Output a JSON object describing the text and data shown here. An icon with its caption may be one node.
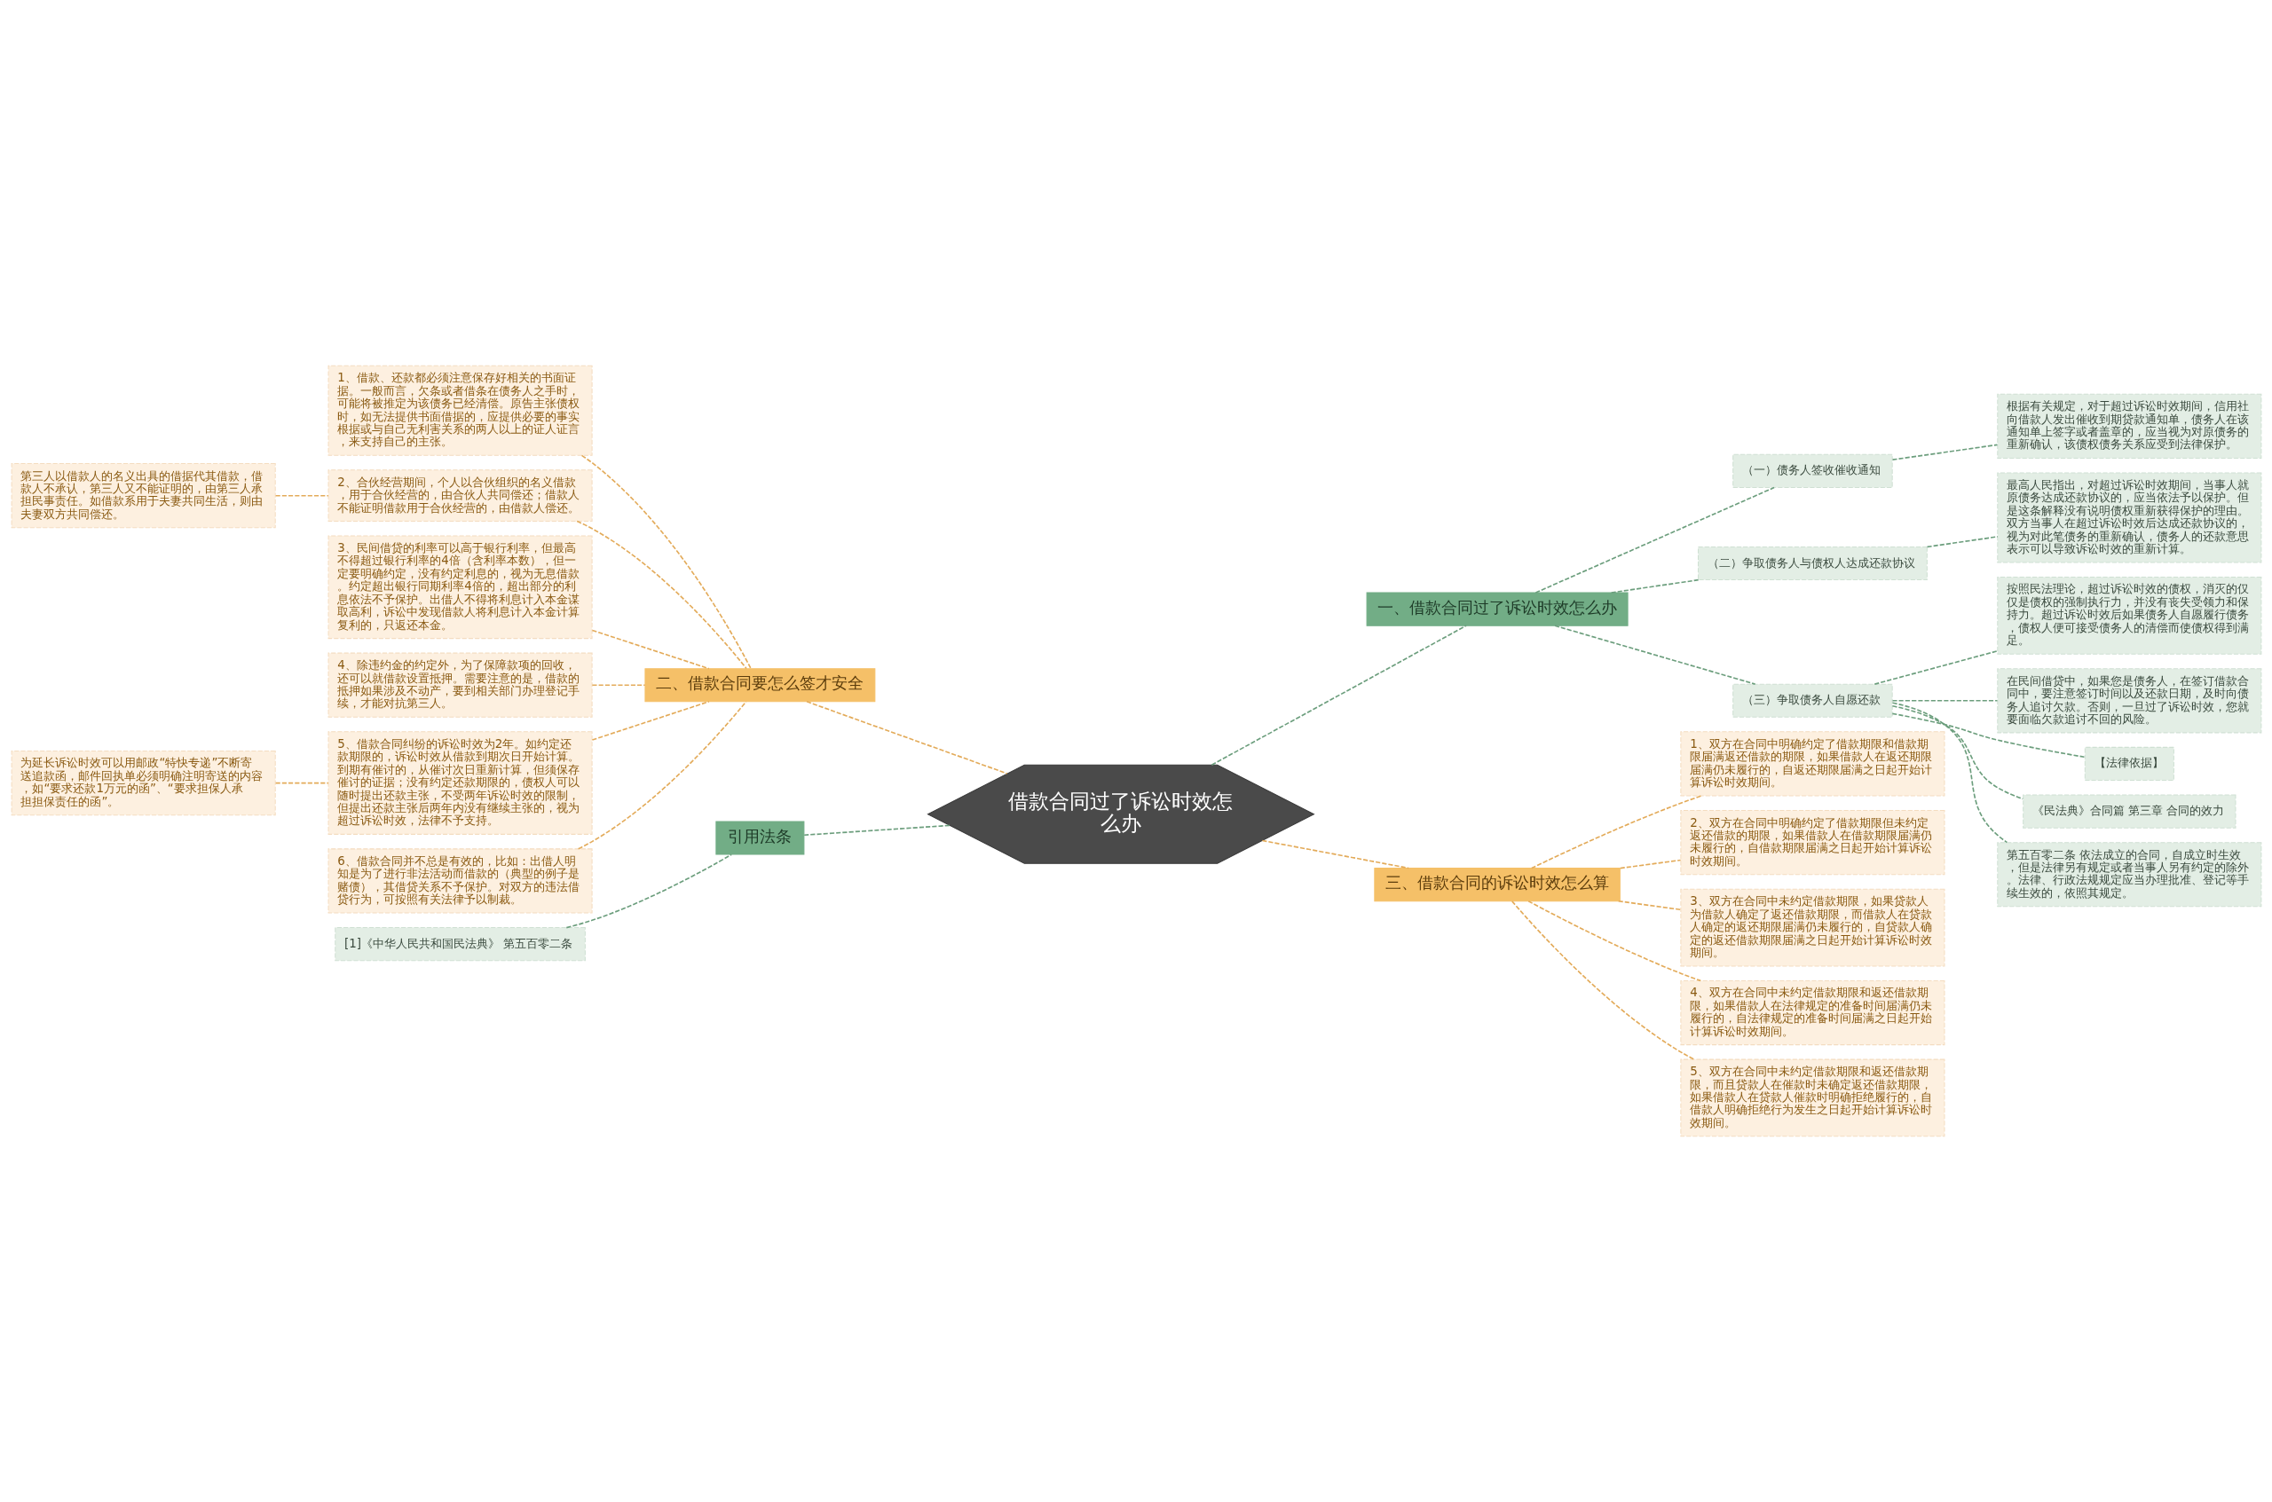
{
  "diagram": {
    "nodes": [
      {
        "text": [
          "借款合同过了诉讼时效怎么办"
        ]
      },
      {
        "text": [
          "二、借款合同要怎么签才安全"
        ]
      },
      {
        "text": [
          "1、借款、还款都必须注意保存好相关的书面证据。一般而言，欠条或者借条在债务人之手时，可能将被推定为该债务已经清偿。原告主张债权时，如无法提供书面借据的，应提供必要的事实根据或与自己无利害关系的两人以上的证人证言，来支持自己的主张。"
        ]
      },
      {
        "text": [
          "2、合伙经营期间，个人以合伙组织的名义借款，用于合伙经营的，由合伙人共同偿还；借款人不能证明借款用于合伙经营的，由借款人偿还。"
        ]
      },
      {
        "text": [
          "第三人以借款人的名义出具的借据代其借款，借款人不承认，第三人又不能证明的，由第三人承担民事责任。如借款系用于夫妻共同生活，则由夫妻双方共同偿还。"
        ]
      },
      {
        "text": [
          "3、民间借贷的利率可以高于银行利率，但最高不得超过银行利率的4倍（含利率本数），但一定要明确约定，没有约定利息的，视为无息借款。约定超出银行同期利率4倍的，超出部分的利息依法不予保护。出借人不得将利息计入本金谋取高利，诉讼中发现借款人将利息计入本金计算复利的，只返还本金。"
        ]
      },
      {
        "text": [
          "4、除违约金的约定外，为了保障款项的回收，还可以就借款设置抵押。需要注意的是，借款的抵押如果涉及不动产，要到相关部门办理登记手续，才能对抗第三人。"
        ]
      },
      {
        "text": [
          "5、借款合同纠纷的诉讼时效为2年。如约定还款期限的，诉讼时效从借款到期次日开始计算。到期有催讨的，从催讨次日重新计算，但须保存催讨的证据；没有约定还款期限的，债权人可以随时提出还款主张，不受两年诉讼时效的限制，但提出还款主张后两年内没有继续主张的，视为超过诉讼时效，法律不予支持。"
        ]
      },
      {
        "text": [
          "为延长诉讼时效可以用邮政“特快专递”不断寄送追款函，邮件回执单必须明确注明寄送的内容，如“要求还款1万元的函”、“要求担保人承担担保责任的函”。"
        ]
      },
      {
        "text": [
          "6、借款合同并不总是有效的，比如：出借人明知是为了进行非法活动而借款的（典型的例子是赌债），其借贷关系不予保护。对双方的违法借贷行为，可按照有关法律予以制裁。"
        ]
      },
      {
        "text": [
          "引用法条"
        ]
      },
      {
        "text": [
          "[1]《中华人民共和国民法典》 第五百零二条"
        ]
      },
      {
        "text": [
          "一、借款合同过了诉讼时效怎么办"
        ]
      },
      {
        "text": [
          "（一）债务人签收催收通知"
        ]
      },
      {
        "text": [
          "根据有关规定，对于超过诉讼时效期间，信用社向借款人发出催收到期贷款通知单，债务人在该通知单上签字或者盖章的，应当视为对原债务的重新确认，该债权债务关系应受到法律保护。"
        ]
      },
      {
        "text": [
          "（二）争取债务人与债权人达成还款协议"
        ]
      },
      {
        "text": [
          "最高人民指出，对超过诉讼时效期间，当事人就原债务达成还款协议的，应当依法予以保护。但是这条解释没有说明债权重新获得保护的理由。双方当事人在超过诉讼时效后达成还款协议的，视为对此笔债务的重新确认，债务人的还款意思表示可以导致诉讼时效的重新计算。"
        ]
      },
      {
        "text": [
          "（三）争取债务人自愿还款"
        ]
      },
      {
        "text": [
          "按照民法理论，超过诉讼时效的债权，消灭的仅仅是债权的强制执行力，并没有丧失受领力和保持力。超过诉讼时效后如果债务人自愿履行债务，债权人便可接受债务人的清偿而使债权得到满足。"
        ]
      },
      {
        "text": [
          "在民间借贷中，如果您是债务人，在签订借款合同中，要注意签订时间以及还款日期，及时向债务人追讨欠款。否则，一旦过了诉讼时效，您就要面临欠款追讨不回的风险。"
        ]
      },
      {
        "text": [
          "【法律依据】"
        ]
      },
      {
        "text": [
          "《民法典》合同篇 第三章 合同的效力"
        ]
      },
      {
        "text": [
          "第五百零二条 依法成立的合同，自成立时生效，但是法律另有规定或者当事人另有约定的除外。法律、行政法规规定应当办理批准、登记等手续生效的，依照其规定。"
        ]
      },
      {
        "text": [
          "三、借款合同的诉讼时效怎么算"
        ]
      },
      {
        "text": [
          "1、双方在合同中明确约定了借款期限和借款期限届满返还借款的期限，如果借款人在返还期限届满仍未履行的，自返还期限届满之日起开始计算诉讼时效期间。"
        ]
      },
      {
        "text": [
          "2、双方在合同中明确约定了借款期限但未约定返还借款的期限，如果借款人在借款期限届满仍未履行的，自借款期限届满之日起开始计算诉讼时效期间。"
        ]
      },
      {
        "text": [
          "3、双方在合同中未约定借款期限，如果贷款人为借款人确定了返还借款期限，而借款人在贷款人确定的返还期限届满仍未履行的，自贷款人确定的返还借款期限届满之日起开始计算诉讼时效期间。"
        ]
      },
      {
        "text": [
          "4、双方在合同中未约定借款期限和返还借款期限，如果借款人在法律规定的准备时间届满仍未履行的，自法律规定的准备时间届满之日起开始计算诉讼时效期间。"
        ]
      },
      {
        "text": [
          "5、双方在合同中未约定借款期限和返还借款期限，而且贷款人在催款时未确定返还借款期限，如果借款人在贷款人催款时明确拒绝履行的，自借款人明确拒绝行为发生之日起开始计算诉讼时效期间。"
        ]
      }
    ],
    "edges": [
      {
        "from": 1,
        "to": 0,
        "arrow": "none",
        "style": "dashed",
        "color": "#e3ab5a"
      },
      {
        "from": 2,
        "to": 1,
        "arrow": "none",
        "style": "dashed",
        "color": "#e3ab5a"
      },
      {
        "from": 3,
        "to": 1,
        "arrow": "none",
        "style": "dashed",
        "color": "#e3ab5a"
      },
      {
        "from": 4,
        "to": 3,
        "arrow": "none",
        "style": "dashed",
        "color": "#e3ab5a"
      },
      {
        "from": 5,
        "to": 1,
        "arrow": "none",
        "style": "dashed",
        "color": "#e3ab5a"
      },
      {
        "from": 6,
        "to": 1,
        "arrow": "none",
        "style": "dashed",
        "color": "#e3ab5a"
      },
      {
        "from": 7,
        "to": 1,
        "arrow": "none",
        "style": "dashed",
        "color": "#e3ab5a"
      },
      {
        "from": 8,
        "to": 7,
        "arrow": "none",
        "style": "dashed",
        "color": "#e3ab5a"
      },
      {
        "from": 9,
        "to": 1,
        "arrow": "none",
        "style": "dashed",
        "color": "#e3ab5a"
      },
      {
        "from": 10,
        "to": 0,
        "arrow": "none",
        "style": "dashed",
        "color": "#6c9e7d"
      },
      {
        "from": 11,
        "to": 10,
        "arrow": "none",
        "style": "dashed",
        "color": "#6c9e7d"
      },
      {
        "from": 0,
        "to": 12,
        "arrow": "none",
        "style": "dashed",
        "color": "#6c9e7d"
      },
      {
        "from": 12,
        "to": 13,
        "arrow": "none",
        "style": "dashed",
        "color": "#6c9e7d"
      },
      {
        "from": 13,
        "to": 14,
        "arrow": "none",
        "style": "dashed",
        "color": "#6c9e7d"
      },
      {
        "from": 12,
        "to": 15,
        "arrow": "none",
        "style": "dashed",
        "color": "#6c9e7d"
      },
      {
        "from": 15,
        "to": 16,
        "arrow": "none",
        "style": "dashed",
        "color": "#6c9e7d"
      },
      {
        "from": 12,
        "to": 17,
        "arrow": "none",
        "style": "dashed",
        "color": "#6c9e7d"
      },
      {
        "from": 17,
        "to": 18,
        "arrow": "none",
        "style": "dashed",
        "color": "#6c9e7d"
      },
      {
        "from": 17,
        "to": 19,
        "arrow": "none",
        "style": "dashed",
        "color": "#6c9e7d"
      },
      {
        "from": 17,
        "to": 20,
        "arrow": "none",
        "style": "dashed",
        "color": "#6c9e7d"
      },
      {
        "from": 17,
        "to": 21,
        "arrow": "none",
        "style": "dashed",
        "color": "#6c9e7d"
      },
      {
        "from": 17,
        "to": 22,
        "arrow": "none",
        "style": "dashed",
        "color": "#6c9e7d"
      },
      {
        "from": 0,
        "to": 23,
        "arrow": "none",
        "style": "dashed",
        "color": "#e3ab5a"
      },
      {
        "from": 23,
        "to": 24,
        "arrow": "none",
        "style": "dashed",
        "color": "#e3ab5a"
      },
      {
        "from": 23,
        "to": 25,
        "arrow": "none",
        "style": "dashed",
        "color": "#e3ab5a"
      },
      {
        "from": 23,
        "to": 26,
        "arrow": "none",
        "style": "dashed",
        "color": "#e3ab5a"
      },
      {
        "from": 23,
        "to": 27,
        "arrow": "none",
        "style": "dashed",
        "color": "#e3ab5a"
      },
      {
        "from": 23,
        "to": 28,
        "arrow": "none",
        "style": "dashed",
        "color": "#e3ab5a"
      }
    ]
  }
}
